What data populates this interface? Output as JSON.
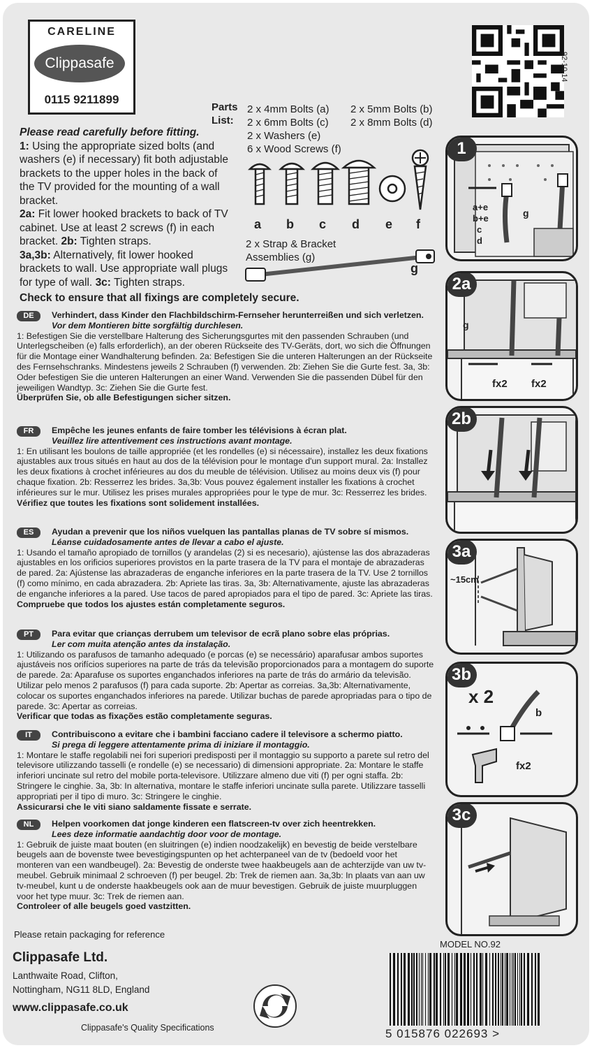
{
  "careline": {
    "title": "CARELINE",
    "brand": "Clippasafe",
    "phone": "0115 9211899"
  },
  "code": "92-10.14",
  "parts": {
    "label1": "Parts",
    "label2": "List:",
    "items": [
      "2 x 4mm Bolts (a)",
      "2 x 5mm Bolts (b)",
      "2 x 6mm Bolts (c)",
      "2 x 8mm Bolts (d)",
      "2 x Washers (e)",
      "6 x Wood Screws (f)"
    ],
    "letters": [
      "a",
      "b",
      "c",
      "d",
      "e",
      "f"
    ],
    "strap1": "2 x Strap & Bracket",
    "strap2": "Assemblies (g)",
    "g": "g"
  },
  "english": {
    "intro": "Please read carefully before fitting.",
    "s1_num": "1:",
    "s1": "Using the appropriate sized bolts (and washers (e) if necessary) fit both adjustable brackets to the upper holes in the back of the TV provided for the mounting of a wall bracket.",
    "s2a_num": "2a:",
    "s2a": "Fit lower hooked brackets to back of TV cabinet. Use at least 2 screws (f) in each bracket.",
    "s2b_num": "2b:",
    "s2b": "Tighten straps.",
    "s3_num": "3a,3b:",
    "s3": "Alternatively, fit lower hooked brackets to wall. Use appropriate wall plugs for type of wall.",
    "s3c_num": "3c:",
    "s3c": "Tighten straps.",
    "check": "Check to ensure that all fixings are completely secure."
  },
  "languages": [
    {
      "code": "DE",
      "heading": "Verhindert, dass Kinder den Flachbildschirm-Fernseher herunterreißen und sich verletzen.",
      "sub": "Vor dem Montieren bitte sorgfältig durchlesen.",
      "body": "1: Befestigen Sie die verstellbare Halterung des Sicherungsgurtes mit den passenden Schrauben (und Unterlegscheiben (e) falls erforderlich), an der oberen Rückseite des TV-Geräts, dort, wo sich die Öffnungen für die Montage einer Wandhalterung befinden. 2a: Befestigen Sie die unteren Halterungen an der Rückseite des Fernsehschranks. Mindestens jeweils 2 Schrauben (f) verwenden. 2b: Ziehen Sie die Gurte fest. 3a, 3b: Oder befestigen Sie die unteren Halterungen an einer Wand. Verwenden Sie die passenden Dübel für den jeweiligen Wandtyp. 3c: Ziehen Sie die Gurte fest.",
      "check": "Überprüfen Sie, ob alle Befestigungen sicher sitzen."
    },
    {
      "code": "FR",
      "heading": "Empêche les jeunes enfants de faire tomber les télévisions à écran plat.",
      "sub": "Veuillez lire attentivement ces instructions avant montage.",
      "body": "1: En utilisant les boulons de taille appropriée (et les rondelles (e) si nécessaire), installez les deux fixations ajustables aux trous situés en haut au dos de la télévision pour le montage d'un support mural. 2a: Installez les deux fixations à crochet inférieures au dos du meuble de télévision. Utilisez au moins deux vis (f) pour chaque fixation. 2b: Resserrez les brides. 3a,3b: Vous pouvez également installer les fixations à crochet inférieures sur le mur. Utilisez les prises murales appropriées pour le type de mur. 3c: Resserrez les brides.",
      "check": "Vérifiez que toutes les fixations sont solidement installées."
    },
    {
      "code": "ES",
      "heading": "Ayudan a prevenir que los niños vuelquen las pantallas planas de TV sobre sí mismos.",
      "sub": "Léanse cuidadosamente antes de llevar a cabo el ajuste.",
      "body": "1: Usando el tamaño apropiado de tornillos (y arandelas (2) si es necesario), ajústense las dos abrazaderas ajustables en los orificios superiores provistos en la parte trasera de la TV para el montaje de abrazaderas de pared. 2a: Ajústense las abrazaderas de enganche inferiores en la parte trasera de la TV. Use 2 tornillos (f) como mínimo, en cada abrazadera. 2b: Apriete las tiras. 3a, 3b: Alternativamente, ajuste las abrazaderas de enganche inferiores a la pared. Use tacos de pared apropiados para el tipo de pared. 3c: Apriete las tiras.",
      "check": "Compruebe que todos los ajustes están completamente seguros."
    },
    {
      "code": "PT",
      "heading": "Para evitar que crianças derrubem um televisor de ecrã plano sobre elas próprias.",
      "sub": "Ler com muita atenção antes da instalação.",
      "body": "1: Utilizando os parafusos de tamanho adequado (e porcas (e) se necessário) aparafusar ambos suportes ajustáveis nos orifícios superiores na parte de trás da televisão proporcionados para a montagem do suporte de parede. 2a: Aparafuse os suportes enganchados inferiores na parte de trás do armário da televisão. Utilizar pelo menos 2 parafusos (f) para cada suporte. 2b: Apertar as correias. 3a,3b: Alternativamente, colocar os suportes enganchados inferiores na parede. Utilizar buchas de parede apropriadas para o tipo de parede. 3c: Apertar as correias.",
      "check": "Verificar que todas as fixações estão completamente seguras."
    },
    {
      "code": "IT",
      "heading": "Contribuiscono a evitare che i bambini facciano cadere il televisore a schermo piatto.",
      "sub": "Si prega di leggere attentamente prima di iniziare il montaggio.",
      "body": "1: Montare le staffe regolabili nei fori superiori predisposti per il montaggio su supporto a parete sul retro del televisore utilizzando tasselli (e rondelle (e) se necessario) di dimensioni appropriate. 2a: Montare le staffe inferiori uncinate sul retro del mobile porta-televisore. Utilizzare almeno due viti (f) per ogni staffa. 2b: Stringere le cinghie. 3a, 3b: In alternativa, montare le staffe inferiori uncinate sulla parete. Utilizzare tasselli appropriati per il tipo di muro. 3c: Stringere le cinghie.",
      "check": "Assicurarsi che le viti siano saldamente fissate e serrate."
    },
    {
      "code": "NL",
      "heading": "Helpen voorkomen dat jonge kinderen een flatscreen-tv over zich heentrekken.",
      "sub": "Lees deze informatie aandachtig door voor de montage.",
      "body": "1: Gebruik de juiste maat bouten (en sluitringen (e) indien noodzakelijk) en bevestig de beide verstelbare beugels aan de bovenste twee bevestigingspunten op het achterpaneel van de tv (bedoeld voor het monteren van een wandbeugel). 2a: Bevestig de onderste twee haakbeugels aan de achterzijde van uw tv-meubel. Gebruik minimaal 2 schroeven (f) per beugel. 2b: Trek de riemen aan. 3a,3b: In plaats van aan uw tv-meubel, kunt u de onderste haakbeugels ook aan de muur bevestigen. Gebruik de juiste muurpluggen voor het type muur. 3c: Trek de riemen aan.",
      "check": "Controleer of alle beugels goed vastzitten."
    }
  ],
  "steps": [
    {
      "label": "1",
      "notes": [
        "a+e",
        "b+e",
        "c",
        "d",
        "g"
      ]
    },
    {
      "label": "2a",
      "notes": [
        "g",
        "fx2",
        "fx2"
      ]
    },
    {
      "label": "2b",
      "notes": []
    },
    {
      "label": "3a",
      "notes": [
        "~15cm"
      ]
    },
    {
      "label": "3b",
      "notes": [
        "x 2",
        "b",
        "fx2"
      ]
    },
    {
      "label": "3c",
      "notes": []
    }
  ],
  "footer": {
    "retain": "Please retain packaging for reference",
    "company": "Clippasafe Ltd.",
    "addr1": "Lanthwaite Road, Clifton,",
    "addr2": "Nottingham, NG11 8LD, England",
    "web": "www.clippasafe.co.uk",
    "quality": "Clippasafe's Quality Specifications",
    "model": "MODEL NO.92",
    "barcode": "5 015876 022693 >"
  }
}
